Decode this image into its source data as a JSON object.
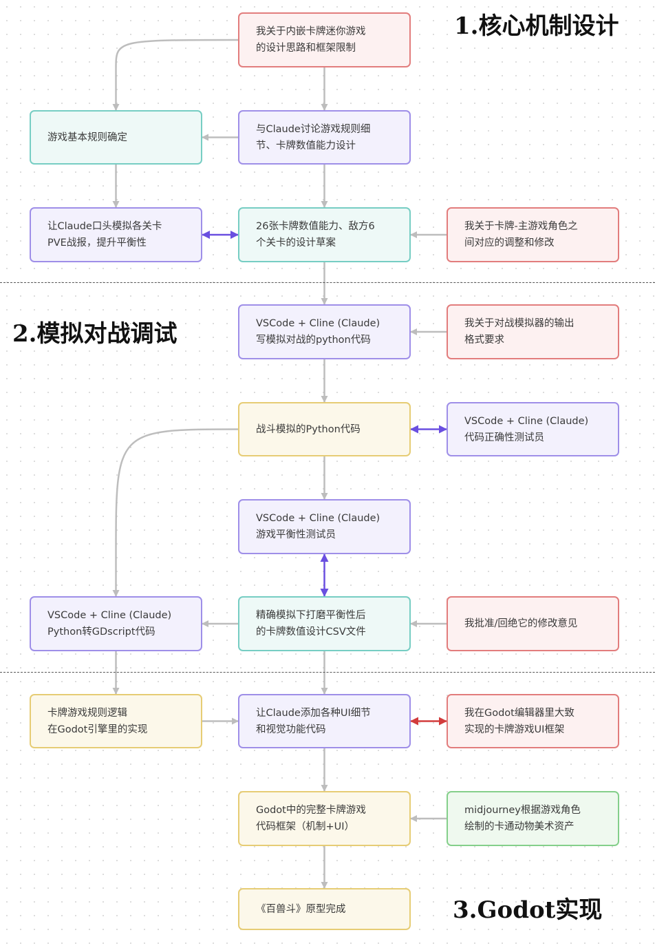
{
  "sections": [
    {
      "title": "1.核心机制设计"
    },
    {
      "title": "2.模拟对战调试"
    },
    {
      "title": "3.Godot实现"
    }
  ],
  "nodes": {
    "n1": {
      "text": "我关于内嵌卡牌迷你游戏\n的设计思路和框架限制",
      "color": "pink"
    },
    "n2": {
      "text": "游戏基本规则确定",
      "color": "teal"
    },
    "n3": {
      "text": "与Claude讨论游戏规则细\n节、卡牌数值能力设计",
      "color": "purple"
    },
    "n4": {
      "text": "让Claude口头模拟各关卡\nPVE战报，提升平衡性",
      "color": "purple"
    },
    "n5": {
      "text": "26张卡牌数值能力、敌方6\n个关卡的设计草案",
      "color": "teal"
    },
    "n6": {
      "text": "我关于卡牌-主游戏角色之\n间对应的调整和修改",
      "color": "pink"
    },
    "n7": {
      "text": "VSCode + Cline (Claude)\n写模拟对战的python代码",
      "color": "purple"
    },
    "n8": {
      "text": "我关于对战模拟器的输出\n格式要求",
      "color": "pink"
    },
    "n9": {
      "text": "战斗模拟的Python代码",
      "color": "yellow"
    },
    "n10": {
      "text": "VSCode + Cline (Claude)\n代码正确性测试员",
      "color": "purple"
    },
    "n11": {
      "text": "VSCode + Cline (Claude)\n游戏平衡性测试员",
      "color": "purple"
    },
    "n12": {
      "text": "VSCode + Cline (Claude)\nPython转GDscript代码",
      "color": "purple"
    },
    "n13": {
      "text": "精确模拟下打磨平衡性后\n的卡牌数值设计CSV文件",
      "color": "teal"
    },
    "n14": {
      "text": "我批准/回绝它的修改意见",
      "color": "pink"
    },
    "n15": {
      "text": "卡牌游戏规则逻辑\n在Godot引擎里的实现",
      "color": "yellow"
    },
    "n16": {
      "text": "让Claude添加各种UI细节\n和视觉功能代码",
      "color": "purple"
    },
    "n17": {
      "text": "我在Godot编辑器里大致\n实现的卡牌游戏UI框架",
      "color": "pink"
    },
    "n18": {
      "text": "Godot中的完整卡牌游戏\n代码框架（机制+UI）",
      "color": "yellow"
    },
    "n19": {
      "text": "midjourney根据游戏角色\n绘制的卡通动物美术资产",
      "color": "green"
    },
    "n20": {
      "text": "《百兽斗》原型完成",
      "color": "yellow"
    }
  },
  "edges": [
    {
      "from": "n1",
      "to": "n3",
      "style": "gray"
    },
    {
      "from": "n1",
      "to": "n2",
      "style": "gray"
    },
    {
      "from": "n3",
      "to": "n2",
      "style": "gray"
    },
    {
      "from": "n3",
      "to": "n5",
      "style": "gray"
    },
    {
      "from": "n2",
      "to": "n4",
      "style": "gray"
    },
    {
      "from": "n4",
      "to": "n5",
      "style": "purple-double"
    },
    {
      "from": "n6",
      "to": "n5",
      "style": "gray"
    },
    {
      "from": "n5",
      "to": "n7",
      "style": "gray"
    },
    {
      "from": "n8",
      "to": "n7",
      "style": "gray"
    },
    {
      "from": "n7",
      "to": "n9",
      "style": "gray"
    },
    {
      "from": "n9",
      "to": "n10",
      "style": "purple-double"
    },
    {
      "from": "n9",
      "to": "n11",
      "style": "gray"
    },
    {
      "from": "n9",
      "to": "n12",
      "style": "gray"
    },
    {
      "from": "n11",
      "to": "n13",
      "style": "purple-double"
    },
    {
      "from": "n13",
      "to": "n12",
      "style": "gray"
    },
    {
      "from": "n14",
      "to": "n13",
      "style": "gray"
    },
    {
      "from": "n12",
      "to": "n15",
      "style": "gray"
    },
    {
      "from": "n13",
      "to": "n16",
      "style": "gray"
    },
    {
      "from": "n15",
      "to": "n16",
      "style": "gray"
    },
    {
      "from": "n16",
      "to": "n17",
      "style": "red-double"
    },
    {
      "from": "n16",
      "to": "n18",
      "style": "gray"
    },
    {
      "from": "n19",
      "to": "n18",
      "style": "gray"
    },
    {
      "from": "n18",
      "to": "n20",
      "style": "gray"
    }
  ]
}
